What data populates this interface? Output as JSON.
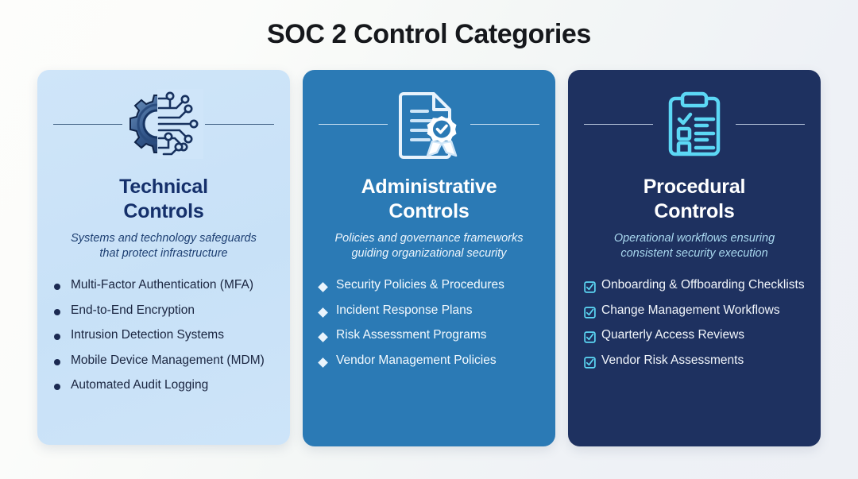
{
  "page": {
    "title": "SOC 2 Control Categories",
    "background_start": "#fdfdfb",
    "background_end": "#eef1f6"
  },
  "cards": [
    {
      "id": "technical-controls",
      "icon": "gear-circuit-icon",
      "title": "Technical\nControls",
      "subtitle": "Systems and technology safeguards\nthat protect infrastructure",
      "bullet_style": "dot",
      "bg_color": "#cbe2f8",
      "title_color": "#15306b",
      "items": [
        "Multi-Factor Authentication (MFA)",
        "End-to-End Encryption",
        "Intrusion Detection Systems",
        "Mobile Device Management (MDM)",
        "Automated Audit Logging"
      ]
    },
    {
      "id": "administrative-controls",
      "icon": "document-certificate-icon",
      "title": "Administrative\nControls",
      "subtitle": "Policies and governance frameworks\nguiding organizational security",
      "bullet_style": "diamond",
      "bg_color": "#2b7ab5",
      "title_color": "#ffffff",
      "items": [
        "Security Policies & Procedures",
        "Incident Response Plans",
        "Risk Assessment Programs",
        "Vendor Management Policies"
      ]
    },
    {
      "id": "procedural-controls",
      "icon": "clipboard-checklist-icon",
      "title": "Procedural\nControls",
      "subtitle": "Operational workflows ensuring\nconsistent security execution",
      "bullet_style": "checkbox",
      "bg_color": "#1e3160",
      "title_color": "#ffffff",
      "accent_color": "#5cd8f5",
      "items": [
        "Onboarding & Offboarding Checklists",
        "Change Management Workflows",
        "Quarterly Access Reviews",
        "Vendor Risk Assessments"
      ]
    }
  ]
}
